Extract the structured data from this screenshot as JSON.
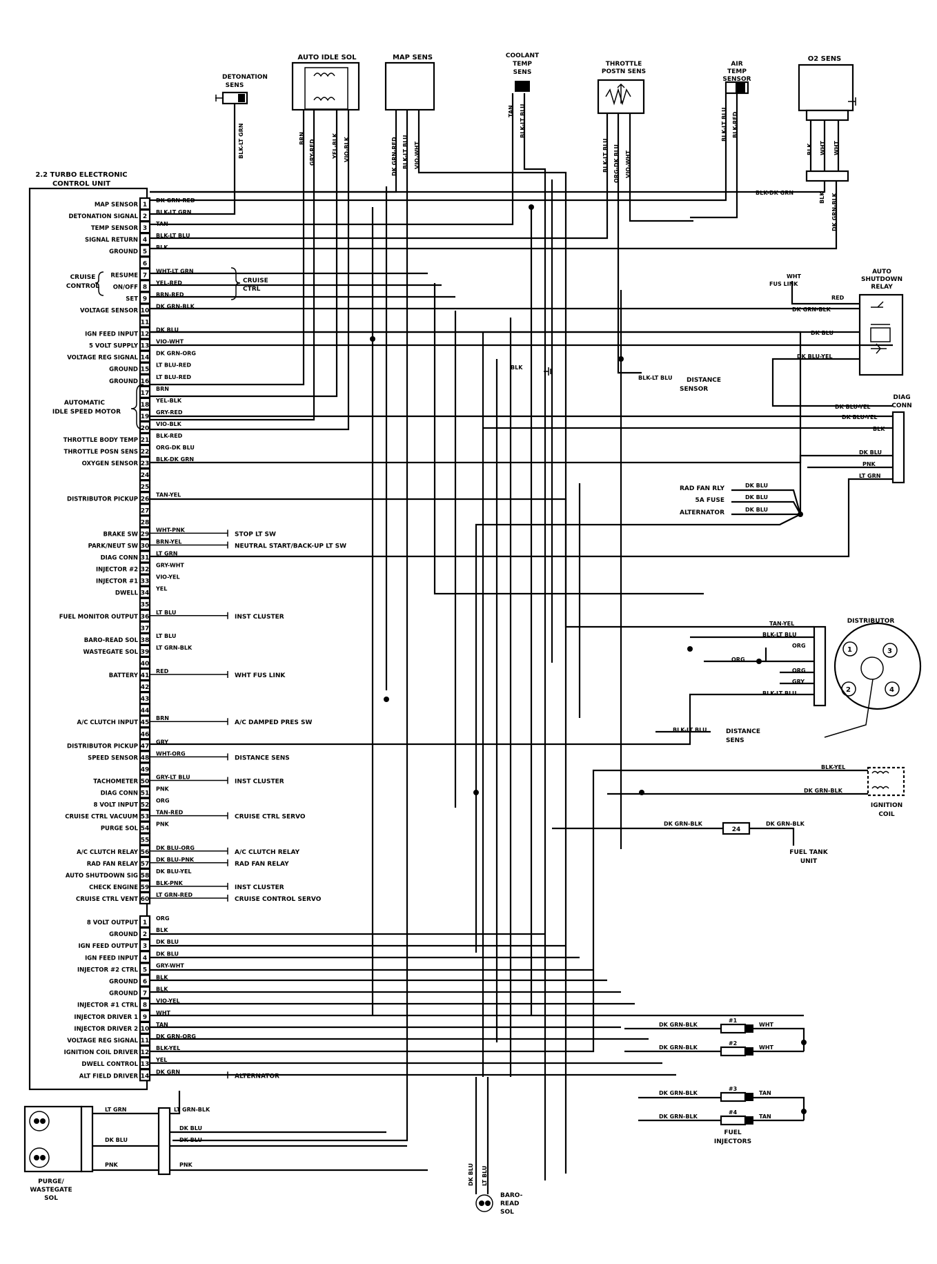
{
  "ecu": {
    "title": [
      "2.2 TURBO ELECTRONIC",
      "CONTROL UNIT"
    ],
    "upper_pins": [
      {
        "n": "1",
        "label": "MAP SENSOR",
        "wire": "DK GRN-RED"
      },
      {
        "n": "2",
        "label": "DETONATION SIGNAL",
        "wire": "BLK-LT GRN"
      },
      {
        "n": "3",
        "label": "TEMP SENSOR",
        "wire": "TAN"
      },
      {
        "n": "4",
        "label": "SIGNAL RETURN",
        "wire": "BLK-LT BLU"
      },
      {
        "n": "5",
        "label": "GROUND",
        "wire": "BLK"
      },
      {
        "n": "6",
        "label": "",
        "wire": ""
      },
      {
        "n": "7",
        "label": "RESUME",
        "wire": "WHT-LT GRN"
      },
      {
        "n": "8",
        "label": "ON/OFF",
        "wire": "YEL-RED"
      },
      {
        "n": "9",
        "label": "SET",
        "wire": "BRN-RED"
      },
      {
        "n": "10",
        "label": "VOLTAGE SENSOR",
        "wire": "DK GRN-BLK"
      },
      {
        "n": "11",
        "label": "",
        "wire": ""
      },
      {
        "n": "12",
        "label": "IGN FEED INPUT",
        "wire": "DK BLU"
      },
      {
        "n": "13",
        "label": "5 VOLT SUPPLY",
        "wire": "VIO-WHT"
      },
      {
        "n": "14",
        "label": "VOLTAGE REG SIGNAL",
        "wire": "DK GRN-ORG"
      },
      {
        "n": "15",
        "label": "GROUND",
        "wire": "LT BLU-RED"
      },
      {
        "n": "16",
        "label": "GROUND",
        "wire": "LT BLU-RED"
      },
      {
        "n": "17",
        "label": "",
        "wire": "BRN"
      },
      {
        "n": "18",
        "label": "",
        "wire": "YEL-BLK"
      },
      {
        "n": "19",
        "label": "",
        "wire": "GRY-RED"
      },
      {
        "n": "20",
        "label": "",
        "wire": "VIO-BLK"
      },
      {
        "n": "21",
        "label": "THROTTLE BODY TEMP",
        "wire": "BLK-RED"
      },
      {
        "n": "22",
        "label": "THROTTLE POSN SENS",
        "wire": "ORG-DK BLU"
      },
      {
        "n": "23",
        "label": "OXYGEN SENSOR",
        "wire": "BLK-DK GRN"
      },
      {
        "n": "24",
        "label": "",
        "wire": ""
      },
      {
        "n": "25",
        "label": "",
        "wire": ""
      },
      {
        "n": "26",
        "label": "DISTRIBUTOR PICKUP",
        "wire": "TAN-YEL"
      },
      {
        "n": "27",
        "label": "",
        "wire": ""
      },
      {
        "n": "28",
        "label": "",
        "wire": ""
      },
      {
        "n": "29",
        "label": "BRAKE SW",
        "wire": "WHT-PNK"
      },
      {
        "n": "30",
        "label": "PARK/NEUT SW",
        "wire": "BRN-YEL"
      },
      {
        "n": "31",
        "label": "DIAG CONN",
        "wire": "LT GRN"
      },
      {
        "n": "32",
        "label": "INJECTOR #2",
        "wire": "GRY-WHT"
      },
      {
        "n": "33",
        "label": "INJECTOR #1",
        "wire": "VIO-YEL"
      },
      {
        "n": "34",
        "label": "DWELL",
        "wire": "YEL"
      },
      {
        "n": "35",
        "label": "",
        "wire": ""
      },
      {
        "n": "36",
        "label": "FUEL MONITOR OUTPUT",
        "wire": "LT BLU"
      },
      {
        "n": "37",
        "label": "",
        "wire": ""
      },
      {
        "n": "38",
        "label": "BARO-READ SOL",
        "wire": "LT BLU"
      },
      {
        "n": "39",
        "label": "WASTEGATE SOL",
        "wire": "LT GRN-BLK"
      },
      {
        "n": "40",
        "label": "",
        "wire": ""
      },
      {
        "n": "41",
        "label": "BATTERY",
        "wire": "RED"
      },
      {
        "n": "42",
        "label": "",
        "wire": ""
      },
      {
        "n": "43",
        "label": "",
        "wire": ""
      },
      {
        "n": "44",
        "label": "",
        "wire": ""
      },
      {
        "n": "45",
        "label": "A/C CLUTCH INPUT",
        "wire": "BRN"
      },
      {
        "n": "46",
        "label": "",
        "wire": ""
      },
      {
        "n": "47",
        "label": "DISTRIBUTOR PICKUP",
        "wire": "GRY"
      },
      {
        "n": "48",
        "label": "SPEED SENSOR",
        "wire": "WHT-ORG"
      },
      {
        "n": "49",
        "label": "",
        "wire": ""
      },
      {
        "n": "50",
        "label": "TACHOMETER",
        "wire": "GRY-LT BLU"
      },
      {
        "n": "51",
        "label": "DIAG CONN",
        "wire": "PNK"
      },
      {
        "n": "52",
        "label": "8 VOLT INPUT",
        "wire": "ORG"
      },
      {
        "n": "53",
        "label": "CRUISE CTRL VACUUM",
        "wire": "TAN-RED"
      },
      {
        "n": "54",
        "label": "PURGE SOL",
        "wire": "PNK"
      },
      {
        "n": "55",
        "label": "",
        "wire": ""
      },
      {
        "n": "56",
        "label": "A/C CLUTCH RELAY",
        "wire": "DK BLU-ORG"
      },
      {
        "n": "57",
        "label": "RAD FAN RELAY",
        "wire": "DK BLU-PNK"
      },
      {
        "n": "58",
        "label": "AUTO SHUTDOWN SIG",
        "wire": "DK BLU-YEL"
      },
      {
        "n": "59",
        "label": "CHECK ENGINE",
        "wire": "BLK-PNK"
      },
      {
        "n": "60",
        "label": "CRUISE CTRL VENT",
        "wire": "LT GRN-RED"
      }
    ],
    "lower_pins": [
      {
        "n": "1",
        "label": "8 VOLT OUTPUT",
        "wire": "ORG"
      },
      {
        "n": "2",
        "label": "GROUND",
        "wire": "BLK"
      },
      {
        "n": "3",
        "label": "IGN FEED OUTPUT",
        "wire": "DK BLU"
      },
      {
        "n": "4",
        "label": "IGN FEED INPUT",
        "wire": "DK BLU"
      },
      {
        "n": "5",
        "label": "INJECTOR #2 CTRL",
        "wire": "GRY-WHT"
      },
      {
        "n": "6",
        "label": "GROUND",
        "wire": "BLK"
      },
      {
        "n": "7",
        "label": "GROUND",
        "wire": "BLK"
      },
      {
        "n": "8",
        "label": "INJECTOR #1 CTRL",
        "wire": "VIO-YEL"
      },
      {
        "n": "9",
        "label": "INJECTOR DRIVER 1",
        "wire": "WHT"
      },
      {
        "n": "10",
        "label": "INJECTOR DRIVER 2",
        "wire": "TAN"
      },
      {
        "n": "11",
        "label": "VOLTAGE REG SIGNAL",
        "wire": "DK GRN-ORG"
      },
      {
        "n": "12",
        "label": "IGNITION COIL DRIVER",
        "wire": "BLK-YEL"
      },
      {
        "n": "13",
        "label": "DWELL CONTROL",
        "wire": "YEL"
      },
      {
        "n": "14",
        "label": "ALT FIELD DRIVER",
        "wire": "DK GRN"
      }
    ],
    "cruise_control_label": [
      "CRUISE",
      "CONTROL"
    ],
    "cruise_ctrl_label": [
      "CRUISE",
      "CTRL"
    ],
    "idle_motor_label": [
      "AUTOMATIC",
      "IDLE SPEED MOTOR"
    ]
  },
  "pin_destinations": {
    "p29": "STOP LT SW",
    "p30": "NEUTRAL START/BACK-UP LT SW",
    "p36": "INST CLUSTER",
    "p41": "WHT FUS LINK",
    "p45": "A/C DAMPED PRES SW",
    "p48": "DISTANCE SENS",
    "p50": "INST CLUSTER",
    "p53": "CRUISE CTRL SERVO",
    "p56": "A/C CLUTCH RELAY",
    "p57": "RAD FAN RELAY",
    "p59": "INST CLUSTER",
    "p60": "CRUISE CONTROL SERVO",
    "l14": "ALTERNATOR"
  },
  "components": {
    "detonation": {
      "label": [
        "DETONATION",
        "SENS"
      ],
      "wire": "BLK-LT GRN"
    },
    "auto_idle": {
      "label": "AUTO IDLE SOL",
      "wires": [
        "BRN",
        "GRY-RED",
        "YEL-BLK",
        "VIO-BLK"
      ]
    },
    "map": {
      "label": "MAP SENS",
      "wires": [
        "DK GRN-RED",
        "BLK-LT BLU",
        "VIO-WHT"
      ]
    },
    "coolant": {
      "label": [
        "COOLANT",
        "TEMP",
        "SENS"
      ],
      "wires": [
        "TAN",
        "BLK-LT BLU"
      ]
    },
    "throttle": {
      "label": [
        "THROTTLE",
        "POSTN SENS"
      ],
      "wires": [
        "BLK-LT BLU",
        "ORG-DK BLU",
        "VIO-WHT"
      ]
    },
    "air_temp": {
      "label": [
        "AIR",
        "TEMP",
        "SENSOR"
      ],
      "wires": [
        "BLK-LT BLU",
        "BLK-RED"
      ]
    },
    "o2": {
      "label": "O2 SENS",
      "wires_top": [
        "BLK",
        "WHT",
        "WHT"
      ],
      "wires_bottom": [
        "BLK",
        "DK GRN-BLK"
      ],
      "harness_wire": "BLK-DK GRN"
    },
    "asd_relay": {
      "label": [
        "AUTO",
        "SHUTDOWN",
        "RELAY"
      ],
      "fus_link": [
        "WHT",
        "FUS LINK"
      ],
      "wires": [
        "RED",
        "DK GRN-BLK",
        "DK BLU",
        "DK BLU-YEL"
      ]
    },
    "diag_conn": {
      "label": [
        "DIAG",
        "CONN"
      ],
      "wires": [
        "DK BLU-YEL",
        "DK BLU-YEL",
        "BLK",
        "DK BLU",
        "PNK",
        "LT GRN"
      ]
    },
    "blk_ground": "BLK",
    "distance_sensor_1": {
      "wire": "BLK-LT BLU",
      "label": [
        "DISTANCE",
        "SENSOR"
      ]
    },
    "feeds": [
      {
        "label": "RAD FAN RLY",
        "wire": "DK BLU"
      },
      {
        "label": "5A FUSE",
        "wire": "DK BLU"
      },
      {
        "label": "ALTERNATOR",
        "wire": "DK BLU"
      }
    ],
    "distributor": {
      "label": "DISTRIBUTOR",
      "wires": [
        "TAN-YEL",
        "BLK-LT BLU",
        "ORG",
        "ORG",
        "GRY",
        "BLK-LT BLU"
      ],
      "splice_wire": "ORG",
      "terminals": [
        "1",
        "2",
        "3",
        "4"
      ]
    },
    "distance_sensor_2": {
      "wire": "BLK-LT BLU",
      "label": [
        "DISTANCE",
        "SENS"
      ]
    },
    "ignition_coil": {
      "label": [
        "IGNITION",
        "COIL"
      ],
      "wires": [
        "BLK-YEL",
        "DK GRN-BLK"
      ]
    },
    "fuel_tank": {
      "wire_in": "DK GRN-BLK",
      "connector": "24",
      "wire_out": "DK GRN-BLK",
      "label": [
        "FUEL TANK",
        "UNIT"
      ]
    },
    "injectors": {
      "label": [
        "FUEL",
        "INJECTORS"
      ],
      "items": [
        {
          "num": "#1",
          "wire_in": "DK GRN-BLK",
          "wire_out": "WHT"
        },
        {
          "num": "#2",
          "wire_in": "DK GRN-BLK",
          "wire_out": "WHT"
        },
        {
          "num": "#3",
          "wire_in": "DK GRN-BLK",
          "wire_out": "TAN"
        },
        {
          "num": "#4",
          "wire_in": "DK GRN-BLK",
          "wire_out": "TAN"
        }
      ]
    },
    "purge": {
      "label": [
        "PURGE/",
        "WASTEGATE",
        "SOL"
      ],
      "wires_left": [
        "LT GRN",
        "DK BLU",
        "PNK"
      ],
      "wires_right": [
        "LT GRN-BLK",
        "DK BLU",
        "DK BLU",
        "PNK"
      ]
    },
    "baro": {
      "label": [
        "BARO-",
        "READ",
        "SOL"
      ],
      "wires": [
        "DK BLU",
        "LT BLU"
      ]
    }
  }
}
